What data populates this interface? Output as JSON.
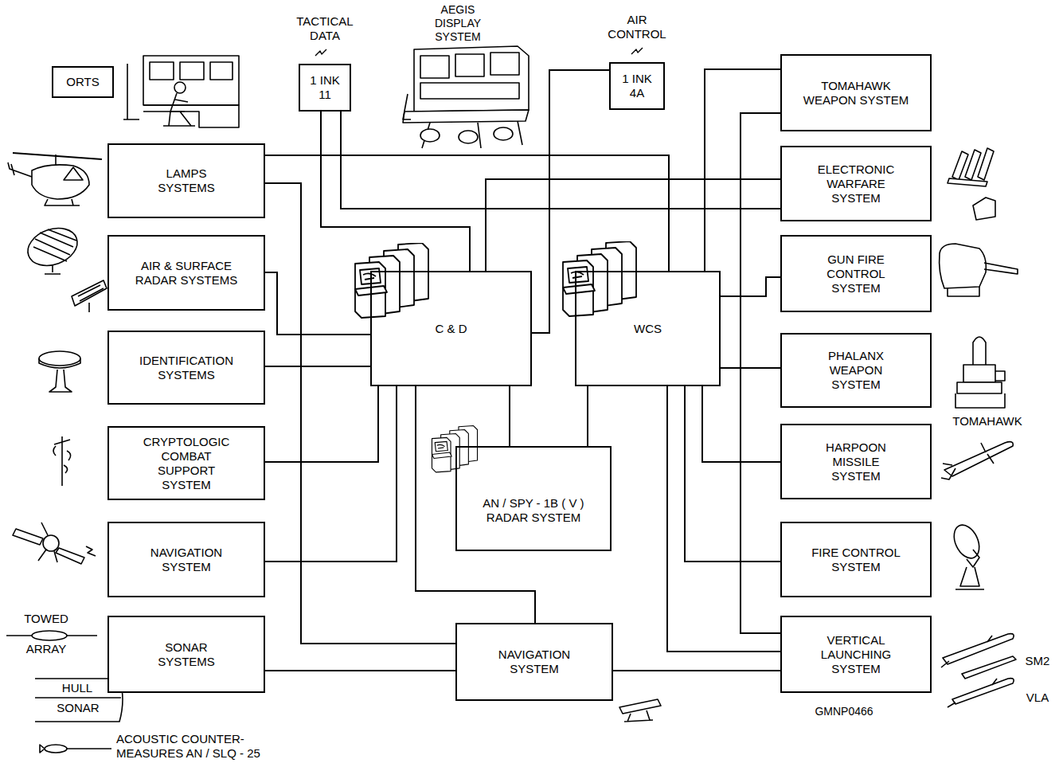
{
  "diagram": {
    "nodes": [
      {
        "text": [
          "ORTS"
        ]
      },
      {
        "text": [
          "TACTICAL DATA",
          "1 INK 11"
        ]
      },
      {
        "text": [
          "AIR CONTROL",
          "1 INK 4A"
        ]
      },
      {
        "text": [
          "TOMAHAWK WEAPON SYSTEM"
        ]
      },
      {
        "text": [
          "LAMPS SYSTEMS"
        ]
      },
      {
        "text": [
          "ELECTRONIC WARFARE SYSTEM"
        ]
      },
      {
        "text": [
          "AIR & SURFACE RADAR SYSTEMS"
        ]
      },
      {
        "text": [
          "C & D"
        ]
      },
      {
        "text": [
          "WCS"
        ]
      },
      {
        "text": [
          "GUN FIRE CONTROL SYSTEM"
        ]
      },
      {
        "text": [
          "IDENTIFICATION SYSTEMS"
        ]
      },
      {
        "text": [
          "PHALANX WEAPON SYSTEM"
        ]
      },
      {
        "text": [
          "CRYPTOLOGIC COMBAT SUPPORT SYSTEM"
        ]
      },
      {
        "text": [
          "HARPOON MISSILE SYSTEM"
        ]
      },
      {
        "text": [
          "AN / SPY - 1B ( V ) RADAR SYSTEM"
        ]
      },
      {
        "text": [
          "NAVIGATION SYSTEM"
        ]
      },
      {
        "text": [
          "FIRE CONTROL SYSTEM"
        ]
      },
      {
        "text": [
          "SONAR SYSTEMS"
        ]
      },
      {
        "text": [
          "NAVIGATION SYSTEM"
        ]
      },
      {
        "text": [
          "VERTICAL LAUNCHING SYSTEM"
        ]
      }
    ],
    "edges": [
      {
        "from": 1,
        "to": 7,
        "arrow": "none"
      },
      {
        "from": 1,
        "to": 5,
        "arrow": "none"
      },
      {
        "from": 2,
        "to": 7,
        "arrow": "none"
      },
      {
        "from": 4,
        "to": 8,
        "arrow": "none"
      },
      {
        "from": 4,
        "to": 18,
        "arrow": "none"
      },
      {
        "from": 3,
        "to": 8,
        "arrow": "none"
      },
      {
        "from": 3,
        "to": 19,
        "arrow": "none"
      },
      {
        "from": 5,
        "to": 7,
        "arrow": "none"
      },
      {
        "from": 6,
        "to": 7,
        "arrow": "none"
      },
      {
        "from": 10,
        "to": 7,
        "arrow": "none"
      },
      {
        "from": 12,
        "to": 7,
        "arrow": "none"
      },
      {
        "from": 15,
        "to": 7,
        "arrow": "none"
      },
      {
        "from": 7,
        "to": 14,
        "arrow": "none"
      },
      {
        "from": 8,
        "to": 14,
        "arrow": "none"
      },
      {
        "from": 7,
        "to": 18,
        "arrow": "none"
      },
      {
        "from": 17,
        "to": 18,
        "arrow": "none"
      },
      {
        "from": 18,
        "to": 19,
        "arrow": "none"
      },
      {
        "from": 8,
        "to": 9,
        "arrow": "none"
      },
      {
        "from": 8,
        "to": 11,
        "arrow": "none"
      },
      {
        "from": 8,
        "to": 13,
        "arrow": "none"
      },
      {
        "from": 8,
        "to": 16,
        "arrow": "none"
      },
      {
        "from": 8,
        "to": 19,
        "arrow": "none"
      }
    ],
    "labels": [
      "AEGIS DISPLAY SYSTEM",
      "TOMAHAWK",
      "TOWED ARRAY",
      "HULL",
      "SONAR",
      "ACOUSTIC COUNTER- MEASURES AN / SLQ - 25",
      "SM2",
      "VLA",
      "GMNP0466"
    ]
  }
}
